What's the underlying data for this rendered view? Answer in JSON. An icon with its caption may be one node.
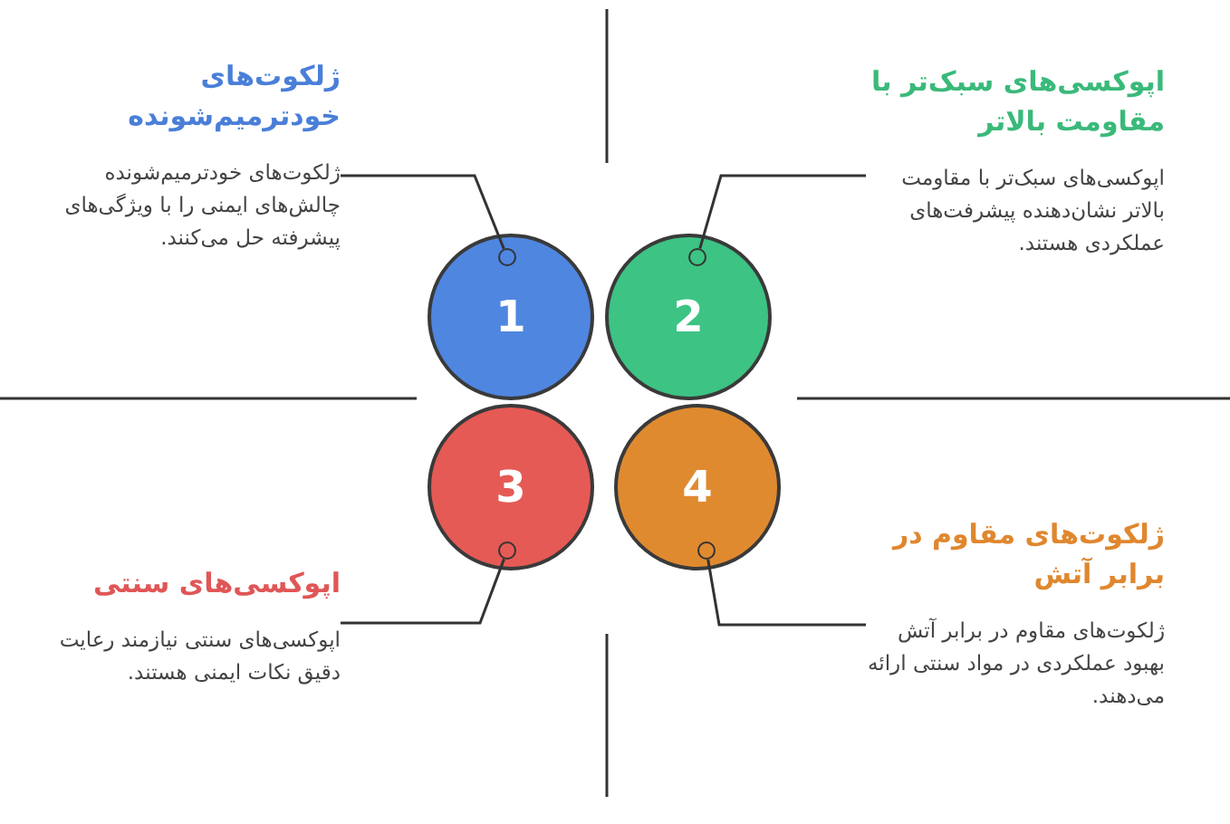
{
  "diagram": {
    "nodes": [
      {
        "text": [
          "ژلکوت‌های خودترمیم‌شونده",
          "ژلکوت‌های خودترمیم‌شونده چالش‌های ایمنی را با ویژگی‌های پیشرفته حل می‌کنند."
        ]
      },
      {
        "text": [
          "اپوکسی‌های سبک‌تر با مقاومت بالاتر",
          "اپوکسی‌های سبک‌تر با مقاومت بالاتر نشان‌دهنده پیشرفت‌های عملکردی هستند."
        ]
      },
      {
        "text": [
          "1"
        ]
      },
      {
        "text": [],
        "shape": "circle",
        "in": 2
      },
      {
        "text": [
          "2"
        ]
      },
      {
        "text": [],
        "shape": "circle",
        "in": 4
      },
      {
        "text": [
          "3"
        ]
      },
      {
        "text": [],
        "shape": "circle",
        "in": 6
      },
      {
        "text": [
          "4"
        ]
      },
      {
        "text": [],
        "shape": "circle",
        "in": 8
      },
      {
        "text": [
          "اپوکسی‌های سنتی",
          "اپوکسی‌های سنتی نیازمند رعایت دقیق نکات ایمنی هستند."
        ]
      },
      {
        "text": [
          "ژلکوت‌های مقاوم در برابر آتش",
          "ژلکوت‌های مقاوم در برابر آتش بهبود عملکردی در مواد سنتی ارائه می‌دهند."
        ]
      }
    ],
    "edges": [
      {
        "from": 0,
        "to": 3,
        "arrow": "none"
      },
      {
        "from": 1,
        "to": 5,
        "arrow": "none"
      },
      {
        "from": 10,
        "to": 7,
        "arrow": "none"
      },
      {
        "from": 11,
        "to": 9,
        "arrow": "none"
      }
    ]
  }
}
